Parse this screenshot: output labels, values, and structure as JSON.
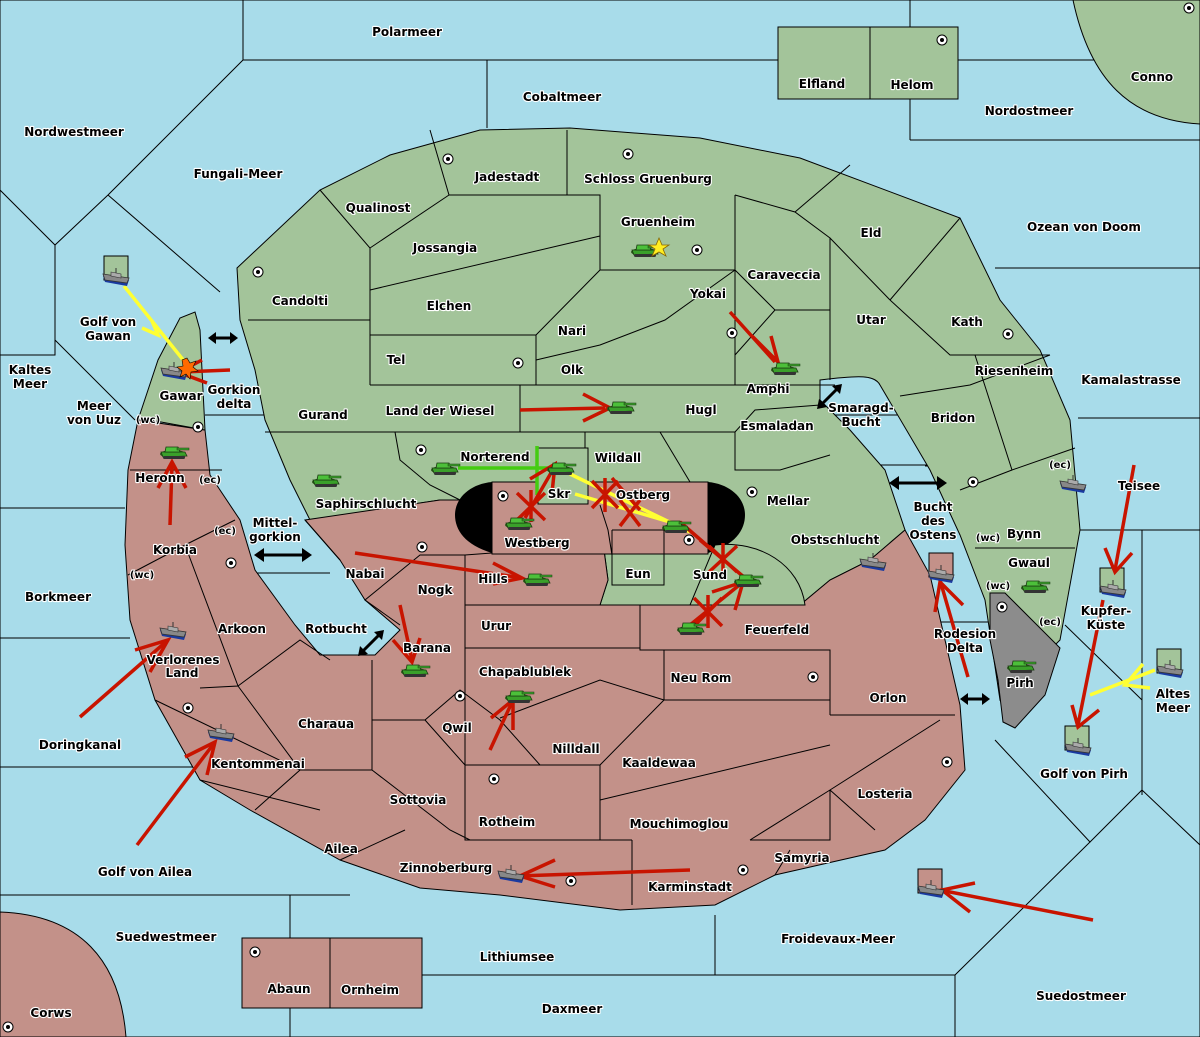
{
  "map": {
    "title": "Diplomacy map",
    "colors": {
      "sea": "#a8dcea",
      "green_power": "#a3c49a",
      "red_power": "#c39189",
      "neutral": "#8c8c8c",
      "move_order": "#c81400",
      "support_order": "#ffff33",
      "convoy_order": "#44cc11"
    },
    "seas": [
      {
        "id": "polarmeer",
        "label": "Polarmeer"
      },
      {
        "id": "cobaltmeer",
        "label": "Cobaltmeer"
      },
      {
        "id": "nordwestmeer",
        "label": "Nordwestmeer"
      },
      {
        "id": "fungali",
        "label": "Fungali-Meer"
      },
      {
        "id": "nordostmeer",
        "label": "Nordostmeer"
      },
      {
        "id": "ozean",
        "label": "Ozean von Doom"
      },
      {
        "id": "golf-gawan",
        "label1": "Golf von",
        "label2": "Gawan"
      },
      {
        "id": "kaltes",
        "label1": "Kaltes",
        "label2": "Meer"
      },
      {
        "id": "uuz",
        "label1": "Meer",
        "label2": "von Uuz"
      },
      {
        "id": "gorkion-delta",
        "label1": "Gorkion",
        "label2": "delta"
      },
      {
        "id": "mittelgorkion",
        "label1": "Mittel-",
        "label2": "gorkion"
      },
      {
        "id": "borkmeer",
        "label": "Borkmeer"
      },
      {
        "id": "rotbucht",
        "label": "Rotbucht"
      },
      {
        "id": "doringkanal",
        "label": "Doringkanal"
      },
      {
        "id": "golf-ailea",
        "label": "Golf von Ailea"
      },
      {
        "id": "suedwestmeer",
        "label": "Suedwestmeer"
      },
      {
        "id": "lithiumsee",
        "label": "Lithiumsee"
      },
      {
        "id": "daxmeer",
        "label": "Daxmeer"
      },
      {
        "id": "froidevaux",
        "label": "Froidevaux-Meer"
      },
      {
        "id": "suedostmeer",
        "label": "Suedostmeer"
      },
      {
        "id": "golf-pirh",
        "label": "Golf von Pirh"
      },
      {
        "id": "altes",
        "label1": "Altes",
        "label2": "Meer"
      },
      {
        "id": "kupfer",
        "label1": "Kupfer-",
        "label2": "Küste"
      },
      {
        "id": "teisee",
        "label": "Teisee"
      },
      {
        "id": "kamala",
        "label": "Kamalastrasse"
      },
      {
        "id": "smaragd",
        "label1": "Smaragd-",
        "label2": "Bucht"
      },
      {
        "id": "bucht-ostens",
        "label1": "Bucht",
        "label2": "des",
        "label3": "Ostens"
      },
      {
        "id": "rodesion",
        "label1": "Rodesion",
        "label2": "Delta"
      }
    ],
    "territories": {
      "elfland": "Elfland",
      "helom": "Helom",
      "conno": "Conno",
      "jadestadt": "Jadestadt",
      "schloss": "Schloss Gruenburg",
      "qualinost": "Qualinost",
      "gruenheim": "Gruenheim",
      "jossangia": "Jossangia",
      "eld": "Eld",
      "candolti": "Candolti",
      "elchen": "Elchen",
      "caraveccia": "Caraveccia",
      "yokai": "Yokai",
      "nari": "Nari",
      "utar": "Utar",
      "kath": "Kath",
      "tel": "Tel",
      "olk": "Olk",
      "riesenheim": "Riesenheim",
      "amphi": "Amphi",
      "gurand": "Gurand",
      "wiesel": "Land der Wiesel",
      "hugl": "Hugl",
      "esmaladan": "Esmaladan",
      "bridon": "Bridon",
      "gawar": "Gawar",
      "norterend": "Norterend",
      "wildall": "Wildall",
      "saphir": "Saphirschlucht",
      "mellar": "Mellar",
      "skr": "Skr",
      "ostberg": "Ostberg",
      "westberg": "Westberg",
      "bynn": "Bynn",
      "gwaul": "Gwaul",
      "heronn": "Heronn",
      "korbia": "Korbia",
      "obst": "Obstschlucht",
      "nabai": "Nabai",
      "hills": "Hills",
      "eun": "Eun",
      "sund": "Sund",
      "nogk": "Nogk",
      "arkoon": "Arkoon",
      "urur": "Urur",
      "feuerfeld": "Feuerfeld",
      "barana": "Barana",
      "verl1": "Verlorenes",
      "verl2": "Land",
      "pirh": "Pirh",
      "chapa": "Chapablublek",
      "neurom": "Neu Rom",
      "orlon": "Orlon",
      "charaua": "Charaua",
      "qwil": "Qwil",
      "nilldall": "Nilldall",
      "kentommenai": "Kentommenai",
      "kaaldewaa": "Kaaldewaa",
      "sottovia": "Sottovia",
      "losteria": "Losteria",
      "rotheim": "Rotheim",
      "mouchimoglou": "Mouchimoglou",
      "ailea": "Ailea",
      "samyria": "Samyria",
      "zinnoberburg": "Zinnoberburg",
      "karminstadt": "Karminstadt",
      "abaun": "Abaun",
      "ornheim": "Ornheim",
      "corws": "Corws"
    },
    "coast_labels": {
      "wc": "(wc)",
      "ec": "(ec)"
    },
    "units": {
      "green_army_count": 14,
      "red_fleet_count": 6,
      "green_fleet_count": 6
    },
    "legend_icons": [
      "army-tank-icon",
      "fleet-ship-icon",
      "supply-center-icon",
      "star-icon",
      "explosion-icon",
      "double-arrow-icon"
    ]
  }
}
